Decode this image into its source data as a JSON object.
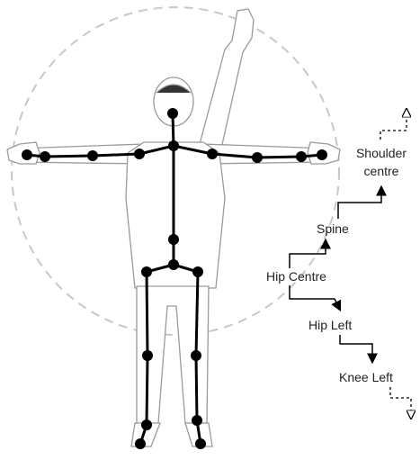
{
  "hierarchy": {
    "labels": {
      "shoulder_centre_line1": "Shoulder",
      "shoulder_centre_line2": "centre",
      "spine": "Spine",
      "hip_centre": "Hip Centre",
      "hip_left": "Hip Left",
      "knee_left": "Knee Left"
    }
  },
  "colors": {
    "joint": "#000000",
    "bone": "#000000",
    "outline": "#9a9a9a",
    "circle": "#c8c8c8",
    "text": "#222222"
  }
}
